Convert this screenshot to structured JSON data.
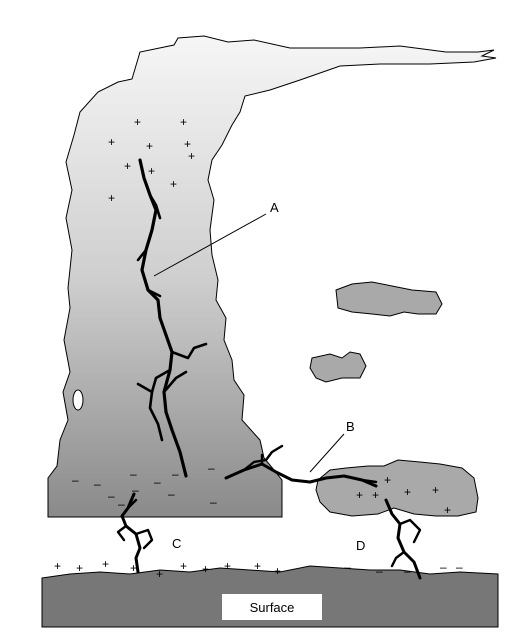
{
  "labels": {
    "a": "A",
    "b": "B",
    "c": "C",
    "d": "D",
    "surface": "Surface"
  },
  "charges": {
    "positive": "+",
    "negative": "–"
  },
  "colors": {
    "cloud_top": "#f4f4f4",
    "cloud_bottom": "#8c8c8c",
    "small_cloud": "#a9a9a9",
    "ground": "#777777",
    "lightning": "#000000"
  }
}
